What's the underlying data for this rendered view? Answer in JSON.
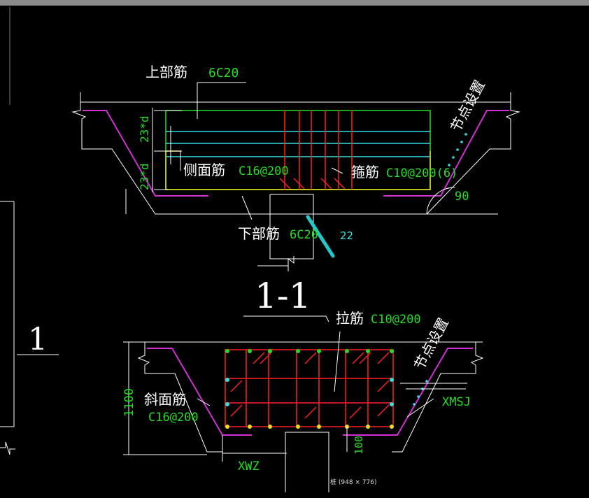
{
  "upper": {
    "top_bar": "上部筋",
    "top_bar_spec": "6C20",
    "side_bar": "侧面筋",
    "side_bar_spec": "C16@200",
    "stirrup": "箍筋",
    "stirrup_spec": "C10@200(6)",
    "bottom_bar": "下部筋",
    "bottom_bar_spec": "6C20",
    "anchor_top": "23*d",
    "anchor_bottom": "23*d",
    "angle": "90",
    "node_setting": "节点设置",
    "annotation": "22"
  },
  "section_title": "1-1",
  "side_number": "1",
  "lower": {
    "tie_bar": "拉筋",
    "tie_bar_spec": "C10@200",
    "node_setting": "节点设置",
    "slope_bar": "斜面筋",
    "slope_bar_spec": "C16@200",
    "height": "1100",
    "xmsj": "XMSJ",
    "xwz": "XWZ",
    "dim_small": "100"
  },
  "tooltip": "桩 (948 × 776)",
  "colors": {
    "white": "#ffffff",
    "green": "#22dd22",
    "magenta": "#d030d0",
    "red": "#ff2020",
    "cyan": "#33e0e0",
    "yellow": "#f0e020"
  }
}
